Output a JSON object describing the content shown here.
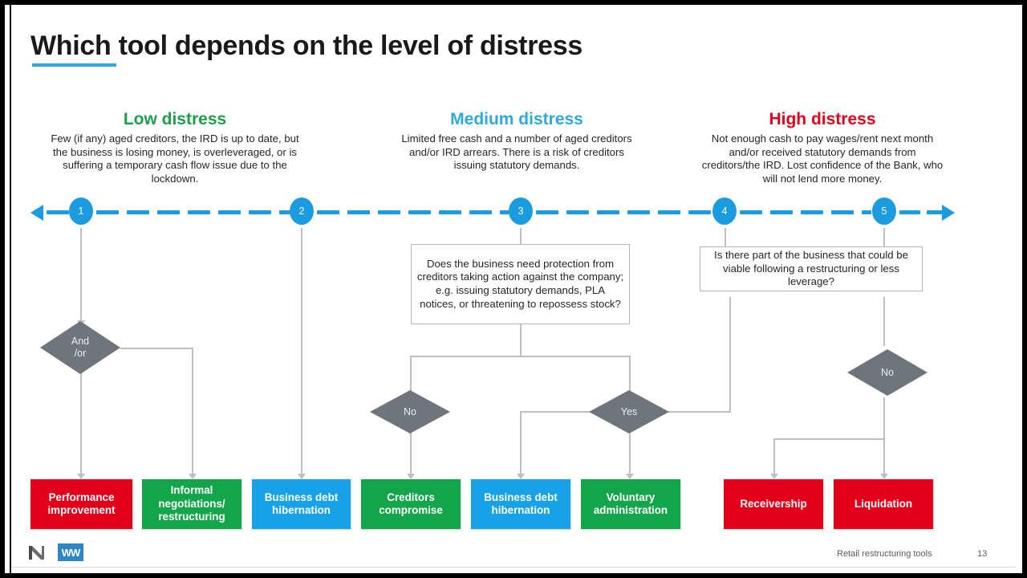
{
  "slide": {
    "title": "Which tool depends on the level of distress",
    "accent_color": "#2FA8E0",
    "footer": {
      "label": "Retail restructuring tools",
      "page_number": "13",
      "logo_primary": "n-monogram-logo",
      "logo_secondary": "WW"
    }
  },
  "columns": [
    {
      "title": "Low distress",
      "color": "#1E9E4A",
      "description": "Few (if any) aged creditors, the IRD is up to date, but the business is losing money, is overleveraged, or is suffering a temporary cash flow issue due to the lockdown."
    },
    {
      "title": "Medium distress",
      "color": "#2FA8E0",
      "description": "Limited free cash and a number of aged creditors and/or IRD arrears. There is a risk of creditors issuing statutory demands."
    },
    {
      "title": "High distress",
      "color": "#E3001B",
      "description": "Not enough cash to pay wages/rent next month and/or received statutory demands from creditors/the IRD. Lost confidence of the Bank, who will not lend more money."
    }
  ],
  "timeline": {
    "color": "#1B9BE0",
    "nodes": [
      "1",
      "2",
      "3",
      "4",
      "5"
    ],
    "left_arrow": "arrow-left-icon",
    "right_arrow": "arrow-right-icon"
  },
  "questions": [
    {
      "id": "q-protection",
      "text": "Does the business need protection from creditors taking action against the company; e.g. issuing statutory demands, PLA notices, or threatening to repossess stock?"
    },
    {
      "id": "q-viable",
      "text": "Is there part of the business that could be viable following a restructuring or less leverage?"
    }
  ],
  "decisions": [
    {
      "id": "decision-and-or",
      "label": "And\n/or"
    },
    {
      "id": "decision-no-left",
      "label": "No"
    },
    {
      "id": "decision-yes",
      "label": "Yes"
    },
    {
      "id": "decision-no-right",
      "label": "No"
    }
  ],
  "decision_labels": {
    "and_or_line1": "And",
    "and_or_line2": "/or",
    "no_left": "No",
    "yes": "Yes",
    "no_right": "No"
  },
  "outcomes": [
    {
      "label": "Performance improvement",
      "color": "#E3001B"
    },
    {
      "label": "Informal negotiations/ restructuring",
      "color": "#13A54A"
    },
    {
      "label": "Business debt hibernation",
      "color": "#17A2E8"
    },
    {
      "label": "Creditors compromise",
      "color": "#13A54A"
    },
    {
      "label": "Business debt hibernation",
      "color": "#17A2E8"
    },
    {
      "label": "Voluntary administration",
      "color": "#13A54A"
    },
    {
      "label": "Receivership",
      "color": "#E3001B"
    },
    {
      "label": "Liquidation",
      "color": "#E3001B"
    }
  ]
}
